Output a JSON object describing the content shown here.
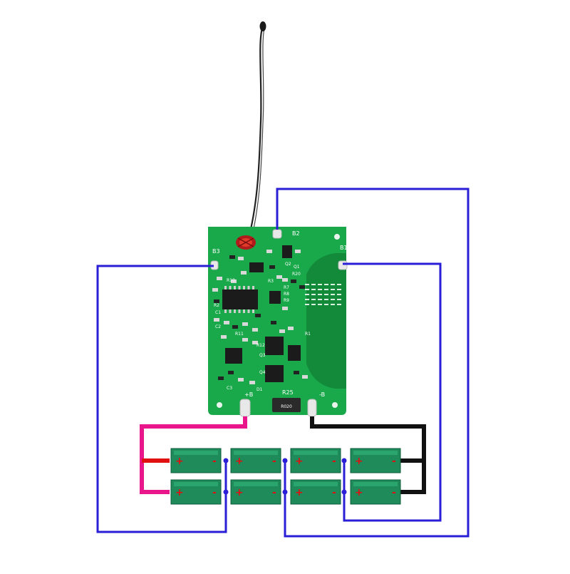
{
  "board": {
    "pad_labels": {
      "b1": "B1",
      "b2": "B2",
      "b3": "B3",
      "plus": "+B",
      "minus": "-B"
    },
    "resistor_label": "R25",
    "shunt_label": "R020",
    "small_labels": [
      "R7",
      "R8",
      "R9",
      "R10",
      "R11",
      "R12",
      "Q1",
      "Q2",
      "Q3",
      "Q4",
      "C1",
      "C2",
      "C3",
      "D1",
      "R1",
      "R2",
      "R3",
      "R20"
    ]
  },
  "cells": {
    "rows": 2,
    "columns": 4,
    "plus_symbol": "+",
    "minus_symbol": "-"
  },
  "colors": {
    "pcb": "#19a84a",
    "pcb_dark": "#128a3a",
    "cell": "#1f8a5a",
    "sense_wire": "#2a1fd6",
    "positive_wire": "#e8168a",
    "negative_wire": "#111111",
    "cell_plus": "#e01010",
    "thermistor": "#222222"
  }
}
